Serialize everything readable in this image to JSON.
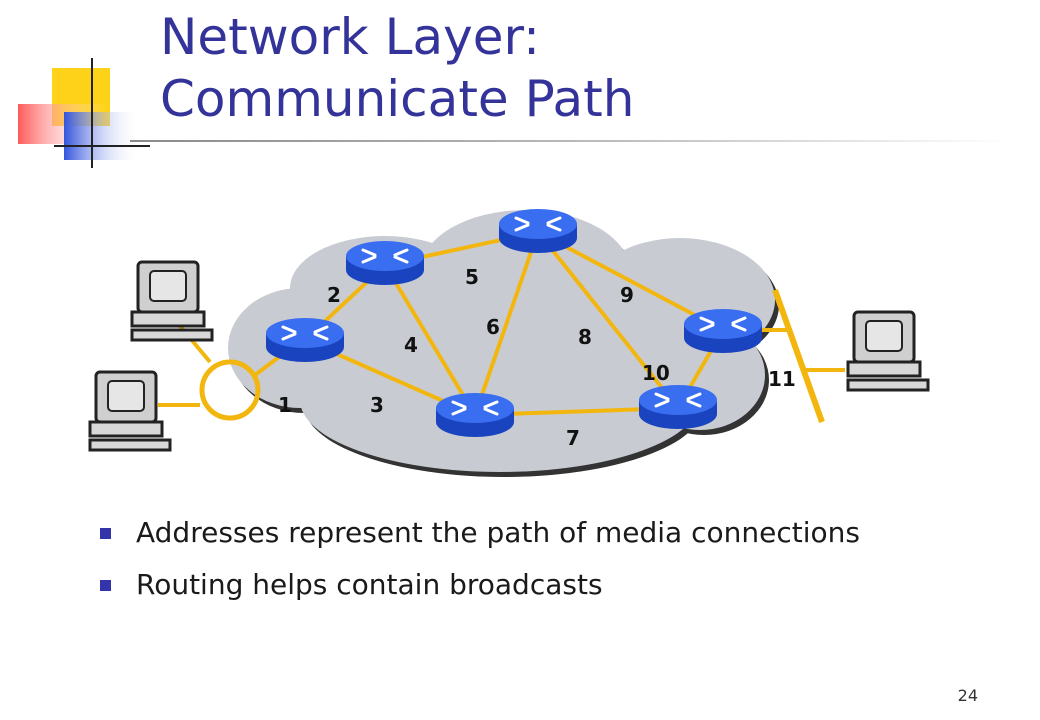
{
  "slide": {
    "title_line1": "Network Layer:",
    "title_line2": "Communicate Path",
    "page_number": "24"
  },
  "diagram": {
    "link_labels": [
      "1",
      "2",
      "3",
      "4",
      "5",
      "6",
      "7",
      "8",
      "9",
      "10",
      "11"
    ],
    "router_icon": "router-icon",
    "workstation_icon": "workstation-icon",
    "colors": {
      "cloud": "#c8ccd2",
      "router": "#1f4fd1",
      "link": "#f3b60f",
      "title": "#333399",
      "bullet": "#3333aa"
    }
  },
  "bullets": [
    "Addresses represent the path of media connections",
    "Routing helps contain broadcasts"
  ]
}
